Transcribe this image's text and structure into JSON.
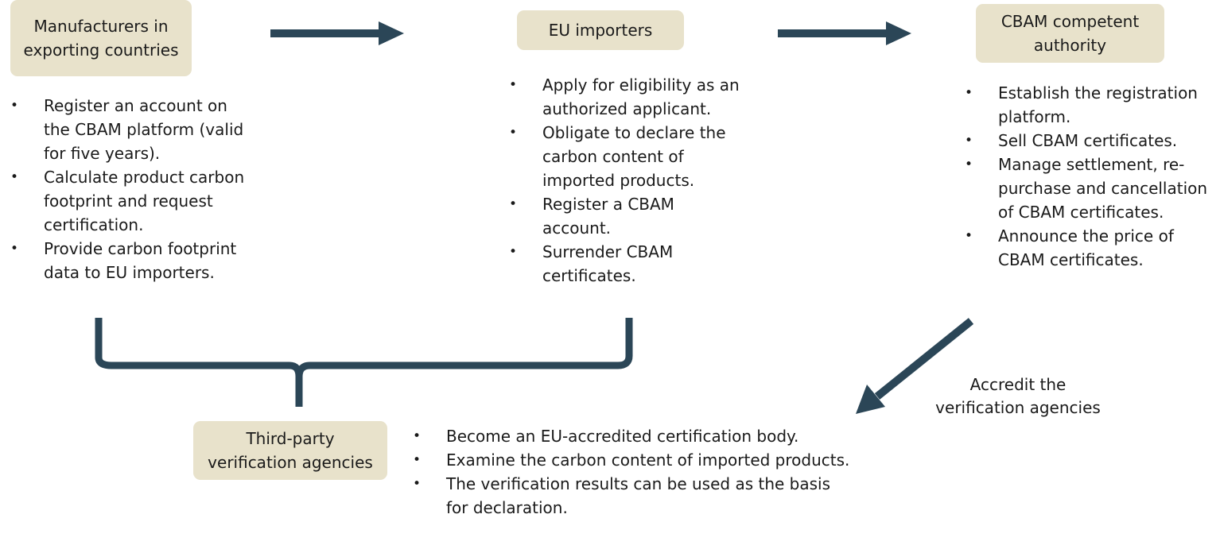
{
  "colors": {
    "box_fill": "#e8e2cb",
    "arrow": "#2b4657",
    "text": "#1a1a1a"
  },
  "nodes": {
    "manufacturers": {
      "title_lines": [
        "Manufacturers in",
        "exporting countries"
      ],
      "bullets": [
        "Register an account on the CBAM platform (valid for five years).",
        "Calculate product carbon footprint and request certification.",
        "Provide carbon footprint data to EU importers."
      ]
    },
    "importers": {
      "title_lines": [
        "EU importers"
      ],
      "bullets": [
        "Apply for eligibility as an authorized applicant.",
        "Obligate to declare the carbon content of imported products.",
        "Register a CBAM account.",
        "Surrender CBAM certificates."
      ]
    },
    "authority": {
      "title_lines": [
        "CBAM competent",
        "authority"
      ],
      "bullets": [
        "Establish the registration platform.",
        "Sell CBAM certificates.",
        "Manage settlement, re-purchase and cancellation of CBAM certificates.",
        "Announce the price of CBAM certificates."
      ]
    },
    "verifiers": {
      "title_lines": [
        "Third-party",
        "verification agencies"
      ],
      "bullets": [
        "Become an EU-accredited certification body.",
        "Examine the carbon content of imported products.",
        "The verification results can be used as the basis for declaration."
      ]
    }
  },
  "edges": {
    "accredit_label_lines": [
      "Accredit the",
      "verification agencies"
    ]
  }
}
